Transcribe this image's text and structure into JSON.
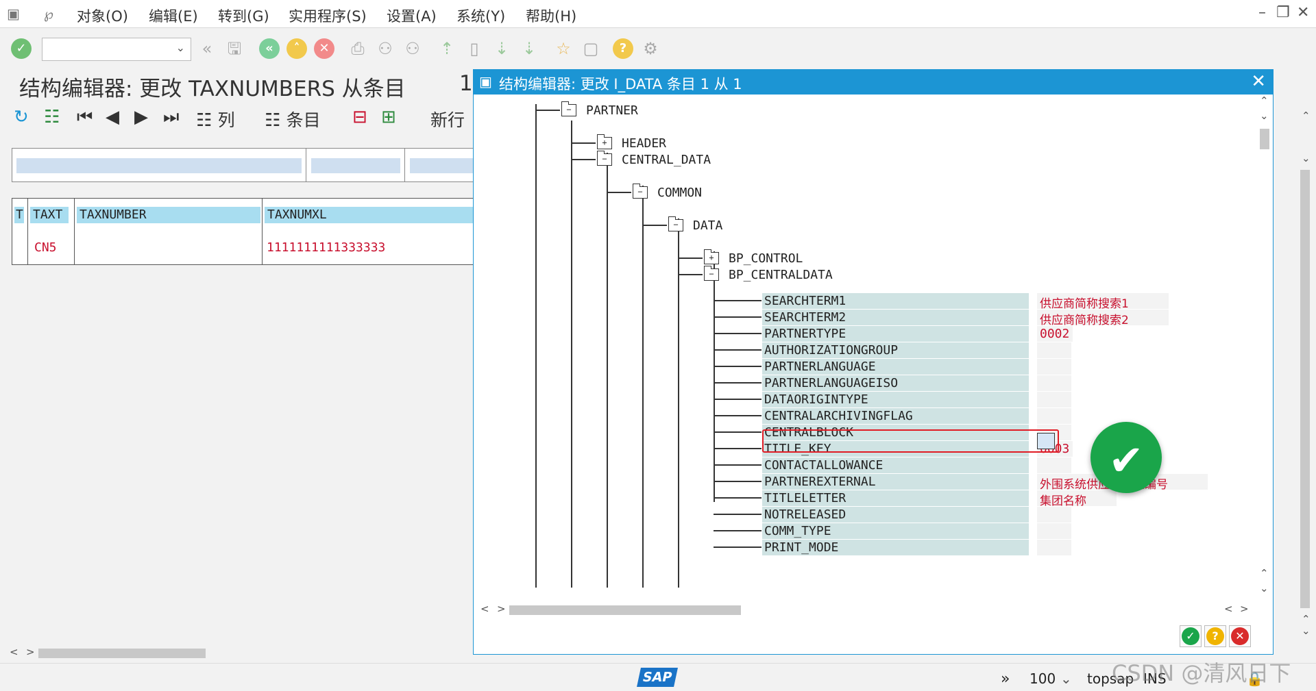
{
  "menubar": {
    "items": [
      "对象(O)",
      "编辑(E)",
      "转到(G)",
      "实用程序(S)",
      "设置(A)",
      "系统(Y)",
      "帮助(H)"
    ]
  },
  "screen": {
    "title": "结构编辑器: 更改 TAXNUMBERS 从条目",
    "title_suffix": "1",
    "toolbar": {
      "col_label": "列",
      "entry_label": "条目",
      "newrow_label": "新行"
    },
    "table": {
      "headers": [
        "T",
        "TAXT",
        "TAXNUMBER",
        "TAXNUMXL"
      ],
      "row": {
        "taxt": "CN5",
        "taxnumxl": "1111111111333333"
      }
    }
  },
  "dialog": {
    "title": "结构编辑器: 更改 I_DATA 条目 1 从 1",
    "tree": {
      "partner": "PARTNER",
      "header": "HEADER",
      "central_data": "CENTRAL_DATA",
      "common": "COMMON",
      "data": "DATA",
      "bp_control": "BP_CONTROL",
      "bp_centraldata": "BP_CENTRALDATA"
    },
    "fields": [
      {
        "name": "SEARCHTERM1",
        "value": "供应商简称搜索1"
      },
      {
        "name": "SEARCHTERM2",
        "value": "供应商简称搜索2"
      },
      {
        "name": "PARTNERTYPE",
        "value": "0002"
      },
      {
        "name": "AUTHORIZATIONGROUP",
        "value": ""
      },
      {
        "name": "PARTNERLANGUAGE",
        "value": ""
      },
      {
        "name": "PARTNERLANGUAGEISO",
        "value": ""
      },
      {
        "name": "DATAORIGINTYPE",
        "value": ""
      },
      {
        "name": "CENTRALARCHIVINGFLAG",
        "value": ""
      },
      {
        "name": "CENTRALBLOCK",
        "value": ""
      },
      {
        "name": "TITLE_KEY",
        "value": "0003"
      },
      {
        "name": "CONTACTALLOWANCE",
        "value": ""
      },
      {
        "name": "PARTNEREXTERNAL",
        "value": "外围系统供应商对应编号"
      },
      {
        "name": "TITLELETTER",
        "value": "集团名称"
      },
      {
        "name": "NOTRELEASED",
        "value": ""
      },
      {
        "name": "COMM_TYPE",
        "value": ""
      },
      {
        "name": "PRINT_MODE",
        "value": ""
      }
    ]
  },
  "statusbar": {
    "sap": "SAP",
    "zoom": "100",
    "server": "topsap",
    "mode": "INS"
  },
  "watermark": "CSDN @清风日下",
  "colors": {
    "accent": "#1c95d4",
    "highlight": "#e01b24",
    "value_text": "#c8102e",
    "check": "#1aa54a"
  }
}
